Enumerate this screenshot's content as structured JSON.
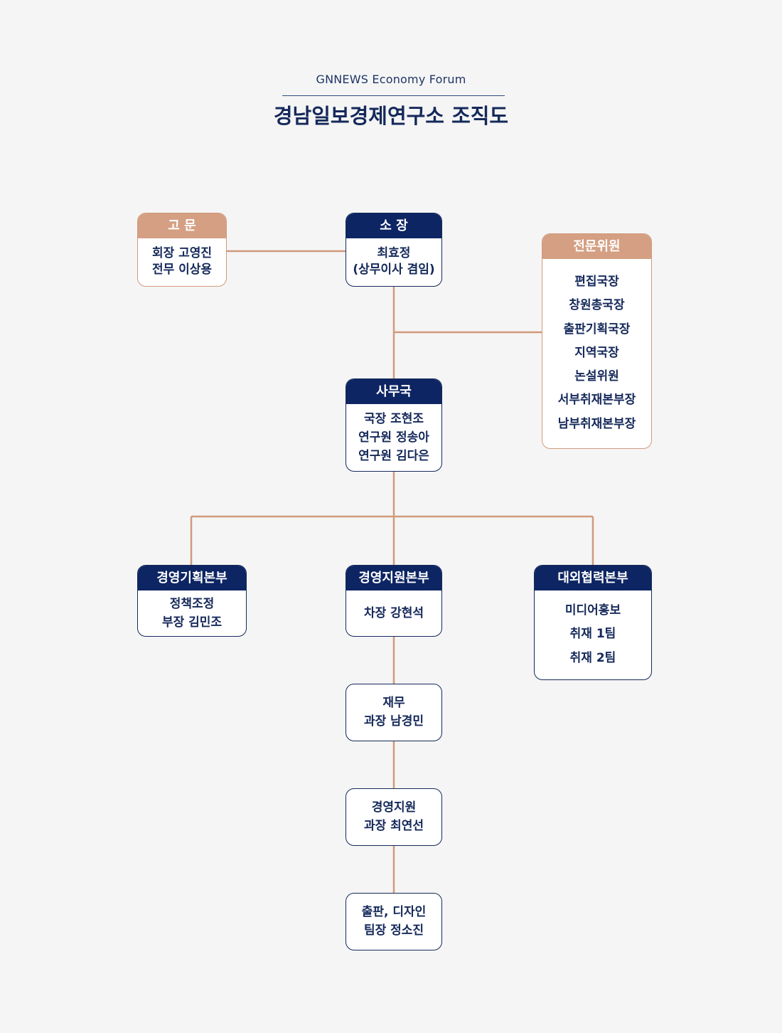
{
  "header": {
    "subtitle": "GNNEWS Economy Forum",
    "title": "경남일보경제연구소 조직도"
  },
  "colors": {
    "navy": "#0d2563",
    "tan": "#d49f82",
    "line": "#d19a7c",
    "background": "#f5f5f5"
  },
  "nodes": {
    "advisor": {
      "title": "고 문",
      "lines": [
        "회장 고영진",
        "전무 이상용"
      ]
    },
    "director": {
      "title": "소 장",
      "lines": [
        "최효정",
        "(상무이사 겸임)"
      ]
    },
    "experts": {
      "title": "전문위원",
      "lines": [
        "편집국장",
        "창원총국장",
        "출판기획국장",
        "지역국장",
        "논설위원",
        "서부취재본부장",
        "남부취재본부장"
      ]
    },
    "secretariat": {
      "title": "사무국",
      "lines": [
        "국장 조현조",
        "연구원 정송아",
        "연구원 김다은"
      ]
    },
    "planning": {
      "title": "경영기획본부",
      "lines": [
        "정책조정",
        "부장 김민조"
      ]
    },
    "support": {
      "title": "경영지원본부",
      "lines": [
        "차장 강현석"
      ]
    },
    "external": {
      "title": "대외협력본부",
      "lines": [
        "미디어홍보",
        "취재 1팀",
        "취재 2팀"
      ]
    },
    "finance": {
      "lines": [
        "재무",
        "과장 남경민"
      ]
    },
    "mgmt_support": {
      "lines": [
        "경영지원",
        "과장 최연선"
      ]
    },
    "publishing": {
      "lines": [
        "출판, 디자인",
        "팀장 정소진"
      ]
    }
  }
}
